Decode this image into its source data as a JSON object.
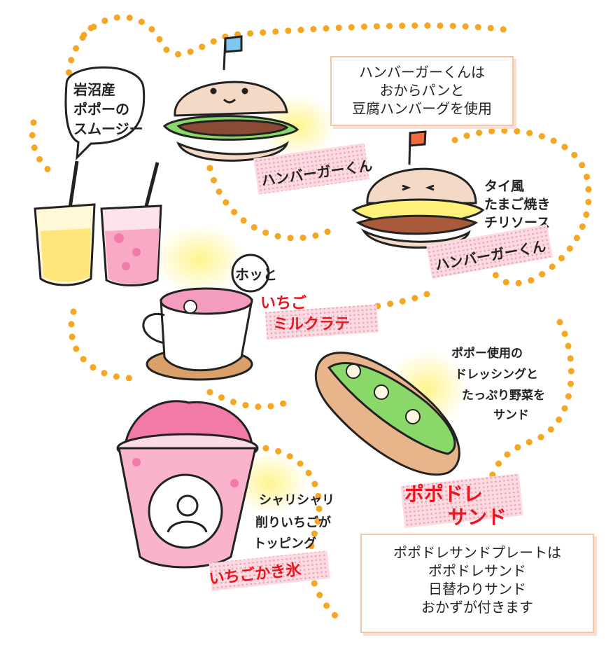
{
  "boxes": {
    "burger_note": [
      "ハンバーガーくんは",
      "おからパンと",
      "豆腐ハンバーグを使用"
    ],
    "plate_note": [
      "ポポドレサンドプレートは",
      "ポポドレサンド",
      "日替わりサンド",
      "おかずが付きます"
    ]
  },
  "labels": {
    "smoothie_bubble": [
      "岩沼産",
      "ポポーの",
      "スムージー"
    ],
    "hamburger_kun": "ハンバーガーくん",
    "thai_note": [
      "タイ風",
      "たまご焼き",
      "チリソース"
    ],
    "thai_burger": "ハンバーガーくん",
    "hot_bubble": "ホッと",
    "latte": [
      "いちご",
      "ミルクラテ"
    ],
    "sandwich_note": [
      "ポポー使用の",
      "ドレッシングと",
      "たっぷり野菜を",
      "サンド"
    ],
    "popodore": [
      "ポポドレ",
      "サンド"
    ],
    "kakigori_note": [
      "シャリシャリ",
      "削りいちごが",
      "トッピング"
    ],
    "kakigori": "いちごかき氷"
  },
  "colors": {
    "dots": "#f5a623",
    "tape": "#f7c9d2",
    "red_text": "#e8141e",
    "box_border": "#f2c6a8"
  }
}
